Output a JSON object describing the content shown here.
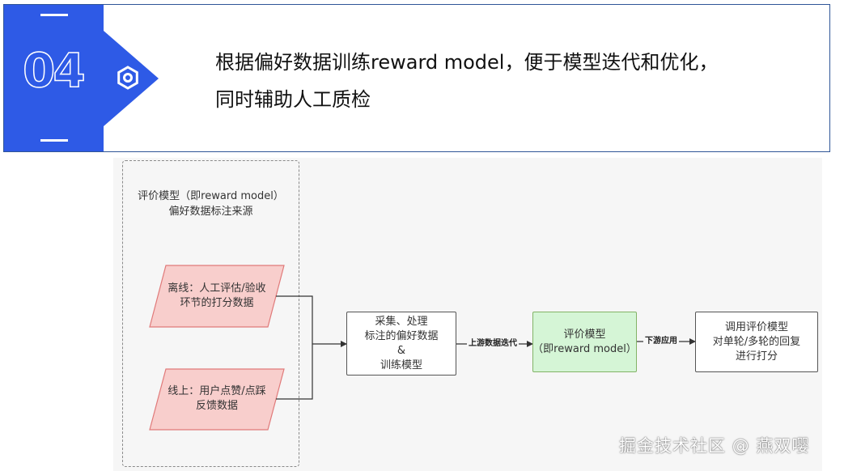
{
  "header": {
    "number": "04",
    "description_line1": "根据偏好数据训练reward model，便于模型迭代和优化，",
    "description_line2": "同时辅助人工质检",
    "accent_color": "#2e5ae6",
    "border_color": "#2f5597"
  },
  "diagram": {
    "panel_title_line1": "评价模型（即reward model）",
    "panel_title_line2": "偏好数据标注来源",
    "offline_source": {
      "line1": "离线：人工评估/验收",
      "line2": "环节的打分数据"
    },
    "online_source": {
      "line1": "线上：用户点赞/点踩",
      "line2": "反馈数据"
    },
    "process_node": {
      "line1": "采集、处理",
      "line2": "标注的偏好数据",
      "line3": "&",
      "line4": "训练模型"
    },
    "model_node": {
      "line1": "评价模型",
      "line2": "（即reward model）"
    },
    "usage_node": {
      "line1": "调用评价模型",
      "line2": "对单轮/多轮的回复",
      "line3": "进行打分"
    },
    "edge_upstream": "上游数据迭代",
    "edge_downstream": "下游应用",
    "source_fill": "#f8cecc",
    "source_stroke": "#e07a7a",
    "model_fill": "#d5f5d6"
  },
  "watermark": "掘金技术社区 @ 燕双嘤"
}
